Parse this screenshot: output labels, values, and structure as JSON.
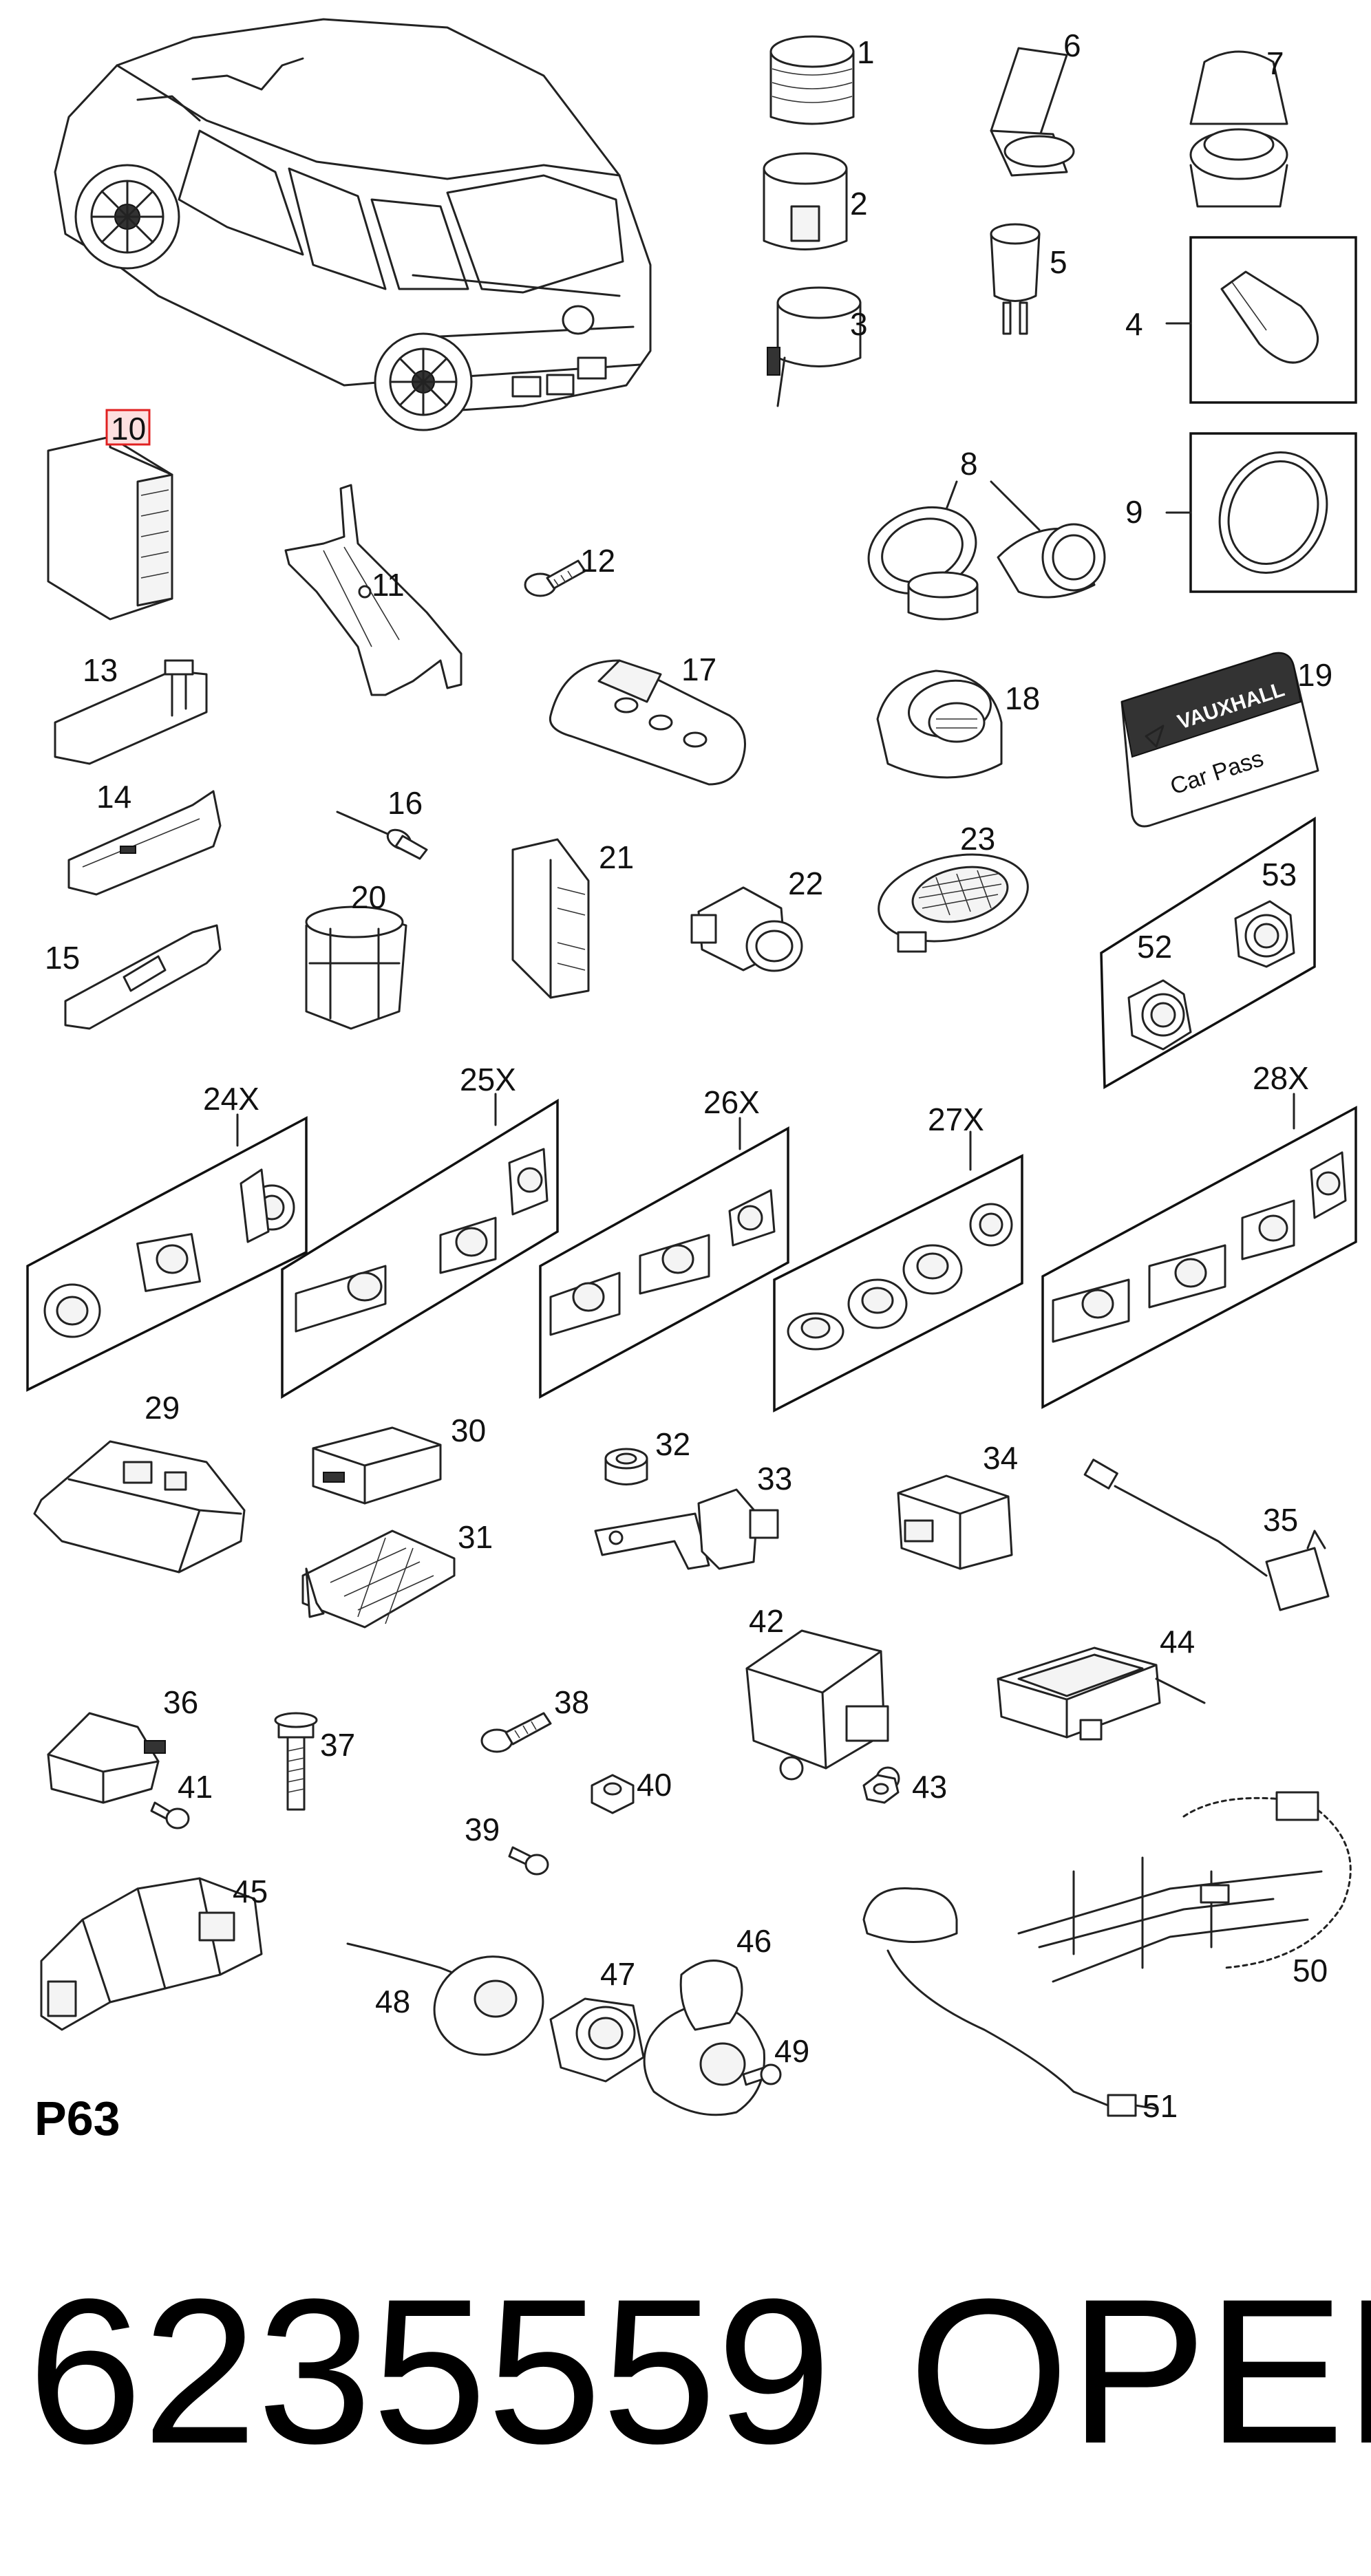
{
  "figure_id": "P63",
  "part_number": "6235559",
  "brand": "OPEL",
  "highlighted_callout": "10",
  "brand_plate_text": "VAUXHALL",
  "card_text": "Car Pass",
  "callouts": {
    "c1": "1",
    "c2": "2",
    "c3": "3",
    "c4": "4",
    "c5": "5",
    "c6": "6",
    "c7": "7",
    "c8": "8",
    "c9": "9",
    "c10": "10",
    "c11": "11",
    "c12": "12",
    "c13": "13",
    "c14": "14",
    "c15": "15",
    "c16": "16",
    "c17": "17",
    "c18": "18",
    "c19": "19",
    "c20": "20",
    "c21": "21",
    "c22": "22",
    "c23": "23",
    "c24": "24X",
    "c25": "25X",
    "c26": "26X",
    "c27": "27X",
    "c28": "28X",
    "c29": "29",
    "c30": "30",
    "c31": "31",
    "c32": "32",
    "c33": "33",
    "c34": "34",
    "c35": "35",
    "c36": "36",
    "c37": "37",
    "c38": "38",
    "c39": "39",
    "c40": "40",
    "c41": "41",
    "c42": "42",
    "c43": "43",
    "c44": "44",
    "c45": "45",
    "c46": "46",
    "c47": "47",
    "c48": "48",
    "c49": "49",
    "c50": "50",
    "c51": "51",
    "c52": "52",
    "c53": "53"
  }
}
